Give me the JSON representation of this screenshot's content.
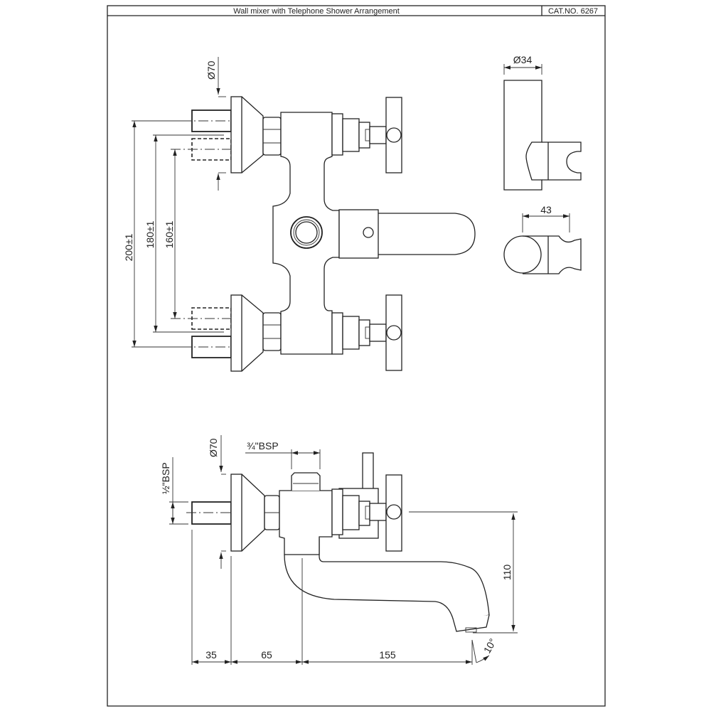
{
  "header": {
    "title": "Wall mixer with Telephone Shower Arrangement",
    "catalog_number": "CAT.NO. 6267"
  },
  "top_view": {
    "flange_diameter": "Ø70",
    "dim_outer": "200±1",
    "dim_middle": "180±1",
    "dim_inner": "160±1"
  },
  "shower_holder": {
    "diameter": "Ø34",
    "width": "43"
  },
  "side_view": {
    "flange_diameter": "Ø70",
    "inlet_thread": "½\"BSP",
    "outlet_thread": "¾\"BSP",
    "height": "110",
    "dim_wall": "35",
    "dim_body": "65",
    "dim_spout": "155",
    "spout_angle": "10°"
  }
}
